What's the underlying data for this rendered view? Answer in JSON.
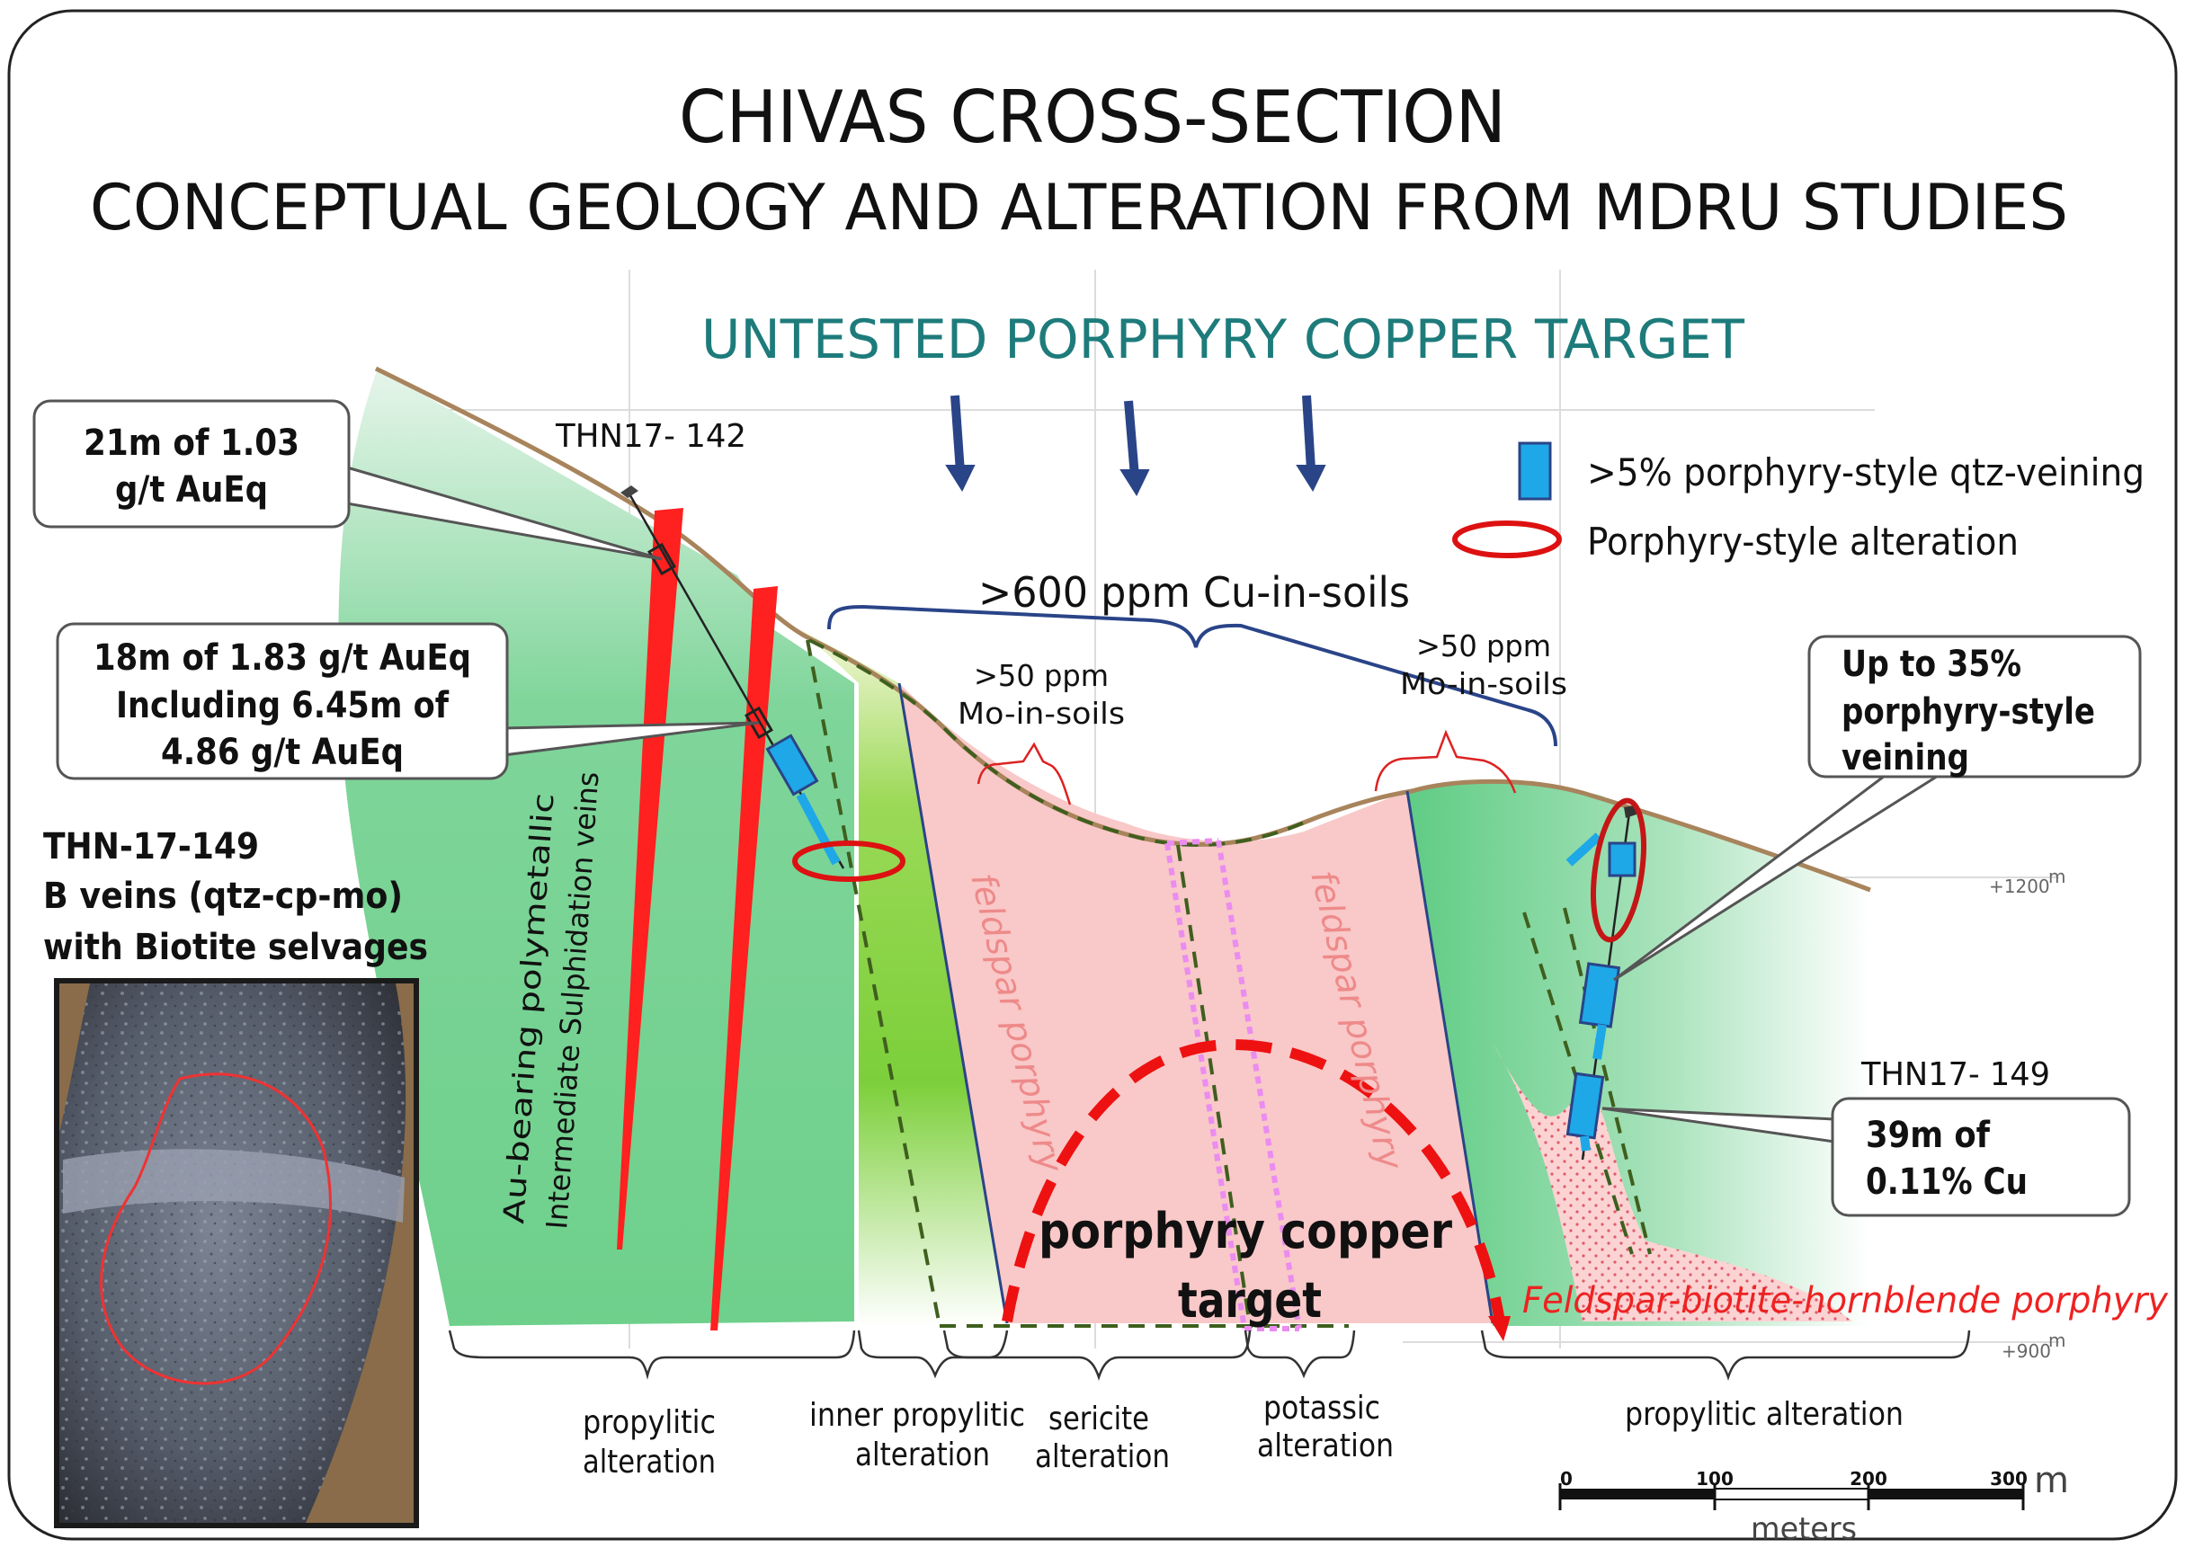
{
  "title": {
    "line1": "CHIVAS CROSS-SECTION",
    "line2": "CONCEPTUAL GEOLOGY AND ALTERATION FROM MDRU STUDIES"
  },
  "target_heading": "UNTESTED PORPHYRY COPPER TARGET",
  "legend": {
    "veining": ">5% porphyry-style qtz-veining",
    "alteration": "Porphyry-style alteration"
  },
  "callouts": {
    "c1": [
      "21m of 1.03",
      "g/t AuEq"
    ],
    "c2": [
      "18m of 1.83 g/t AuEq",
      "Including 6.45m of",
      "4.86 g/t AuEq"
    ],
    "c3": [
      "Up to 35%",
      "porphyry-style",
      "veining"
    ],
    "c4": [
      "39m of",
      "0.11% Cu"
    ]
  },
  "drillholes": {
    "thn17_142": "THN17- 142",
    "thn17_149": "THN17- 149"
  },
  "photo_caption": [
    "THN-17-149",
    "B veins (qtz-cp-mo)",
    "with Biotite selvages"
  ],
  "soils": {
    "cu": ">600 ppm Cu-in-soils",
    "mo_left": [
      ">50 ppm",
      "Mo-in-soils"
    ],
    "mo_right": [
      ">50 ppm",
      "Mo-in-soils"
    ]
  },
  "geology": {
    "veins": [
      "Au-bearing polymetallic",
      "Intermediate Sulphidation veins"
    ],
    "feldspar_left": "feldspar porphyry",
    "feldspar_right": "feldspar porphyry",
    "target": [
      "porphyry copper",
      "target"
    ],
    "fbh": "Feldspar-biotite-hornblende porphyry"
  },
  "alteration_zones": {
    "propylitic_left": [
      "propylitic",
      "alteration"
    ],
    "inner_propylitic": [
      "inner propylitic",
      "alteration"
    ],
    "sericite": [
      "sericite",
      "alteration"
    ],
    "potassic": [
      "potassic",
      "alteration"
    ],
    "propylitic_right": "propylitic alteration"
  },
  "elevation": {
    "e1200": "+1200",
    "e900": "+900",
    "unit": "m"
  },
  "scale": {
    "ticks": [
      "0",
      "100",
      "200",
      "300"
    ],
    "unit": "m",
    "label": "meters"
  },
  "colors": {
    "propylitic": "#6fd28c",
    "inner_propylitic": "#7ccf3a",
    "sericite_pink": "#f9c8c8",
    "vein_red": "#ff2020",
    "navy": "#2a4488",
    "teal_heading": "#1e7b7b",
    "target_red": "#ee1111",
    "quartz_blue": "#1ea8e8"
  }
}
